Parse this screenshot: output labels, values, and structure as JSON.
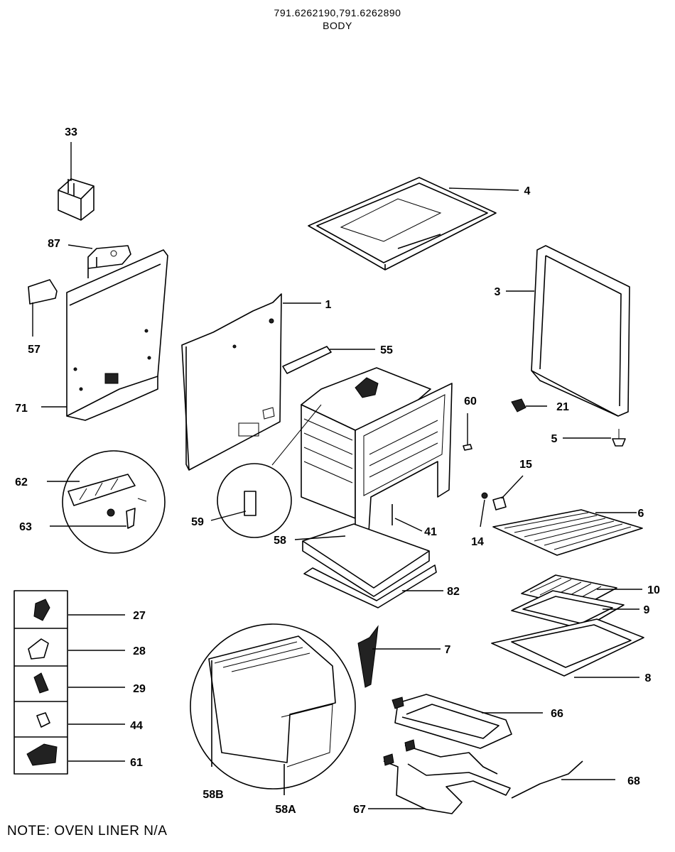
{
  "header": {
    "models": "791.6262190,791.6262890",
    "section": "BODY"
  },
  "note": "NOTE: OVEN LINER N/A",
  "callouts": {
    "c33": "33",
    "c87": "87",
    "c57": "57",
    "c71": "71",
    "c4": "4",
    "c3": "3",
    "c1": "1",
    "c55": "55",
    "c21": "21",
    "c60": "60",
    "c5": "5",
    "c15": "15",
    "c62": "62",
    "c63": "63",
    "c59": "59",
    "c58": "58",
    "c41": "41",
    "c14": "14",
    "c6": "6",
    "c82": "82",
    "c10": "10",
    "c9": "9",
    "c27": "27",
    "c28": "28",
    "c29": "29",
    "c44": "44",
    "c61": "61",
    "c7": "7",
    "c8": "8",
    "c66": "66",
    "c68": "68",
    "c58B": "58B",
    "c58A": "58A",
    "c67": "67"
  }
}
